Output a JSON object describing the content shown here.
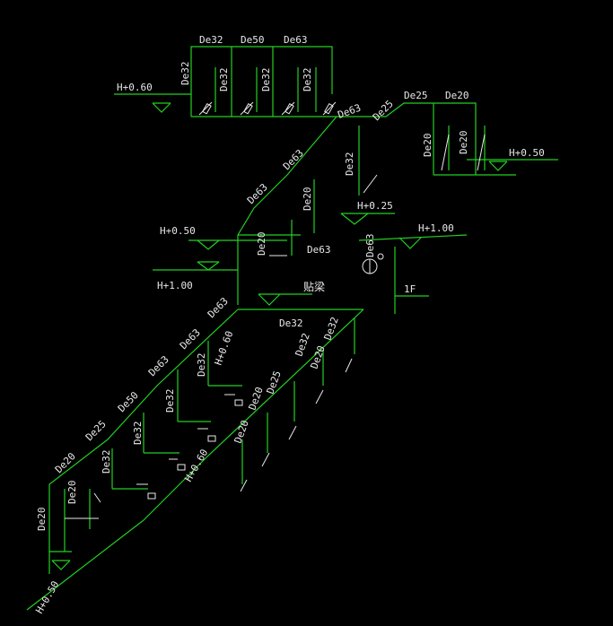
{
  "labels": {
    "top_de32": "De32",
    "top_de50": "De50",
    "top_de63": "De63",
    "top_v1": "De32",
    "top_v2": "De32",
    "top_v3": "De32",
    "top_v4": "De32",
    "h060_top": "H+0.60",
    "de63_mid": "De63",
    "de25_mid": "De25",
    "de25_right": "De25",
    "de20_right": "De20",
    "de20_rv1": "De20",
    "de20_rv2": "De20",
    "h050_right": "H+0.50",
    "de63_diag1": "De63",
    "de32_center": "De32",
    "h025": "H+0.25",
    "de63_diag2": "De63",
    "de20_c1": "De20",
    "h050_left": "H+0.50",
    "de20_c2": "De20",
    "de63_c": "De63",
    "de63_valve": "De63",
    "h100_right": "H+1.00",
    "h100_left": "H+1.00",
    "beam": "贴梁",
    "floor": "1F",
    "de63_low": "De63",
    "de32_low": "De32",
    "de63_low2": "De63",
    "h060_low": "H+0.60",
    "de32_v5": "De32",
    "de63_low3": "De63",
    "de32_v6": "De32",
    "de32_r1": "De32",
    "de20_r2": "De20",
    "de32_r3": "De32",
    "de50_low": "De50",
    "de32_v7": "De32",
    "de20_r4": "De20",
    "de25_r5": "De25",
    "de25_low": "De25",
    "de20_r6": "De20",
    "de32_v8": "De32",
    "h060_mid": "H+0.60",
    "de20_low": "De20",
    "de20_v9": "De20",
    "de20_v10": "De20",
    "h050_bottom": "H+0.50"
  },
  "colors": {
    "pipe": "#22d022",
    "annotation": "#e8e8e8",
    "background": "#000000"
  }
}
